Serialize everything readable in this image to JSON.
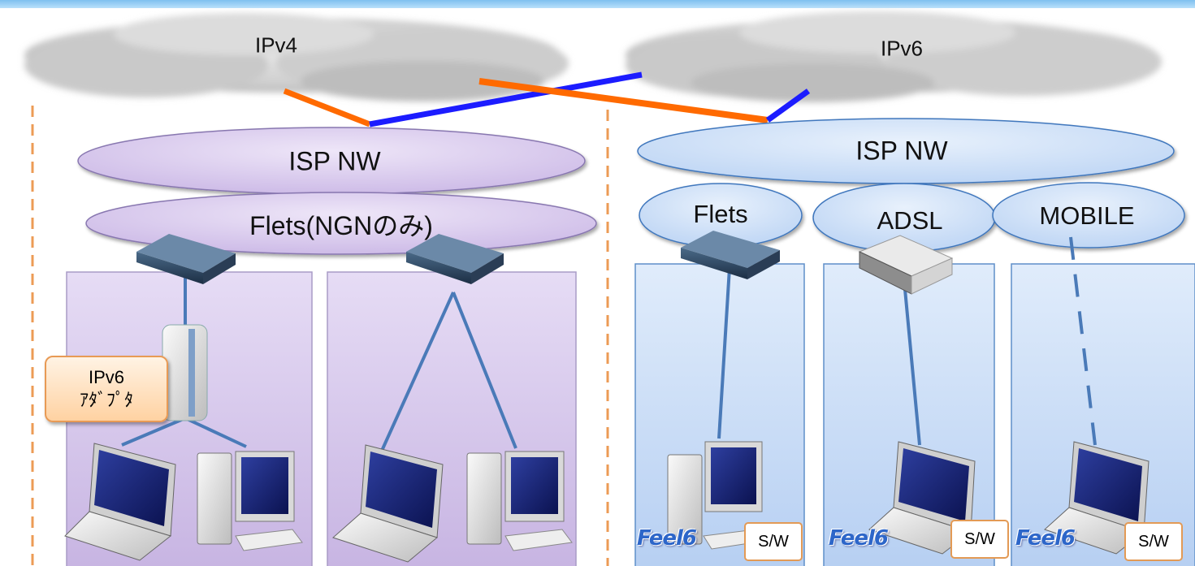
{
  "clouds": {
    "ipv4": "IPv4",
    "ipv6": "IPv6"
  },
  "left_network": {
    "isp_label": "ISP NW",
    "flets_label": "Flets(NGNのみ)",
    "adapter_label_line1": "IPv6",
    "adapter_label_line2": "ｱﾀﾞﾌﾟﾀ"
  },
  "right_network": {
    "isp_label": "ISP NW",
    "access": [
      {
        "label": "Flets"
      },
      {
        "label": "ADSL"
      },
      {
        "label": "MOBILE"
      }
    ],
    "software_badge": "S/W",
    "logo_text": "Feel6"
  },
  "colors": {
    "ipv4_line": "#ff6a00",
    "ipv6_line": "#1c1cff",
    "divider": "#ec9b55",
    "purple_fill": "#d2c2ea",
    "blue_fill": "#c4d8f6",
    "connector": "#4a7ab8"
  }
}
